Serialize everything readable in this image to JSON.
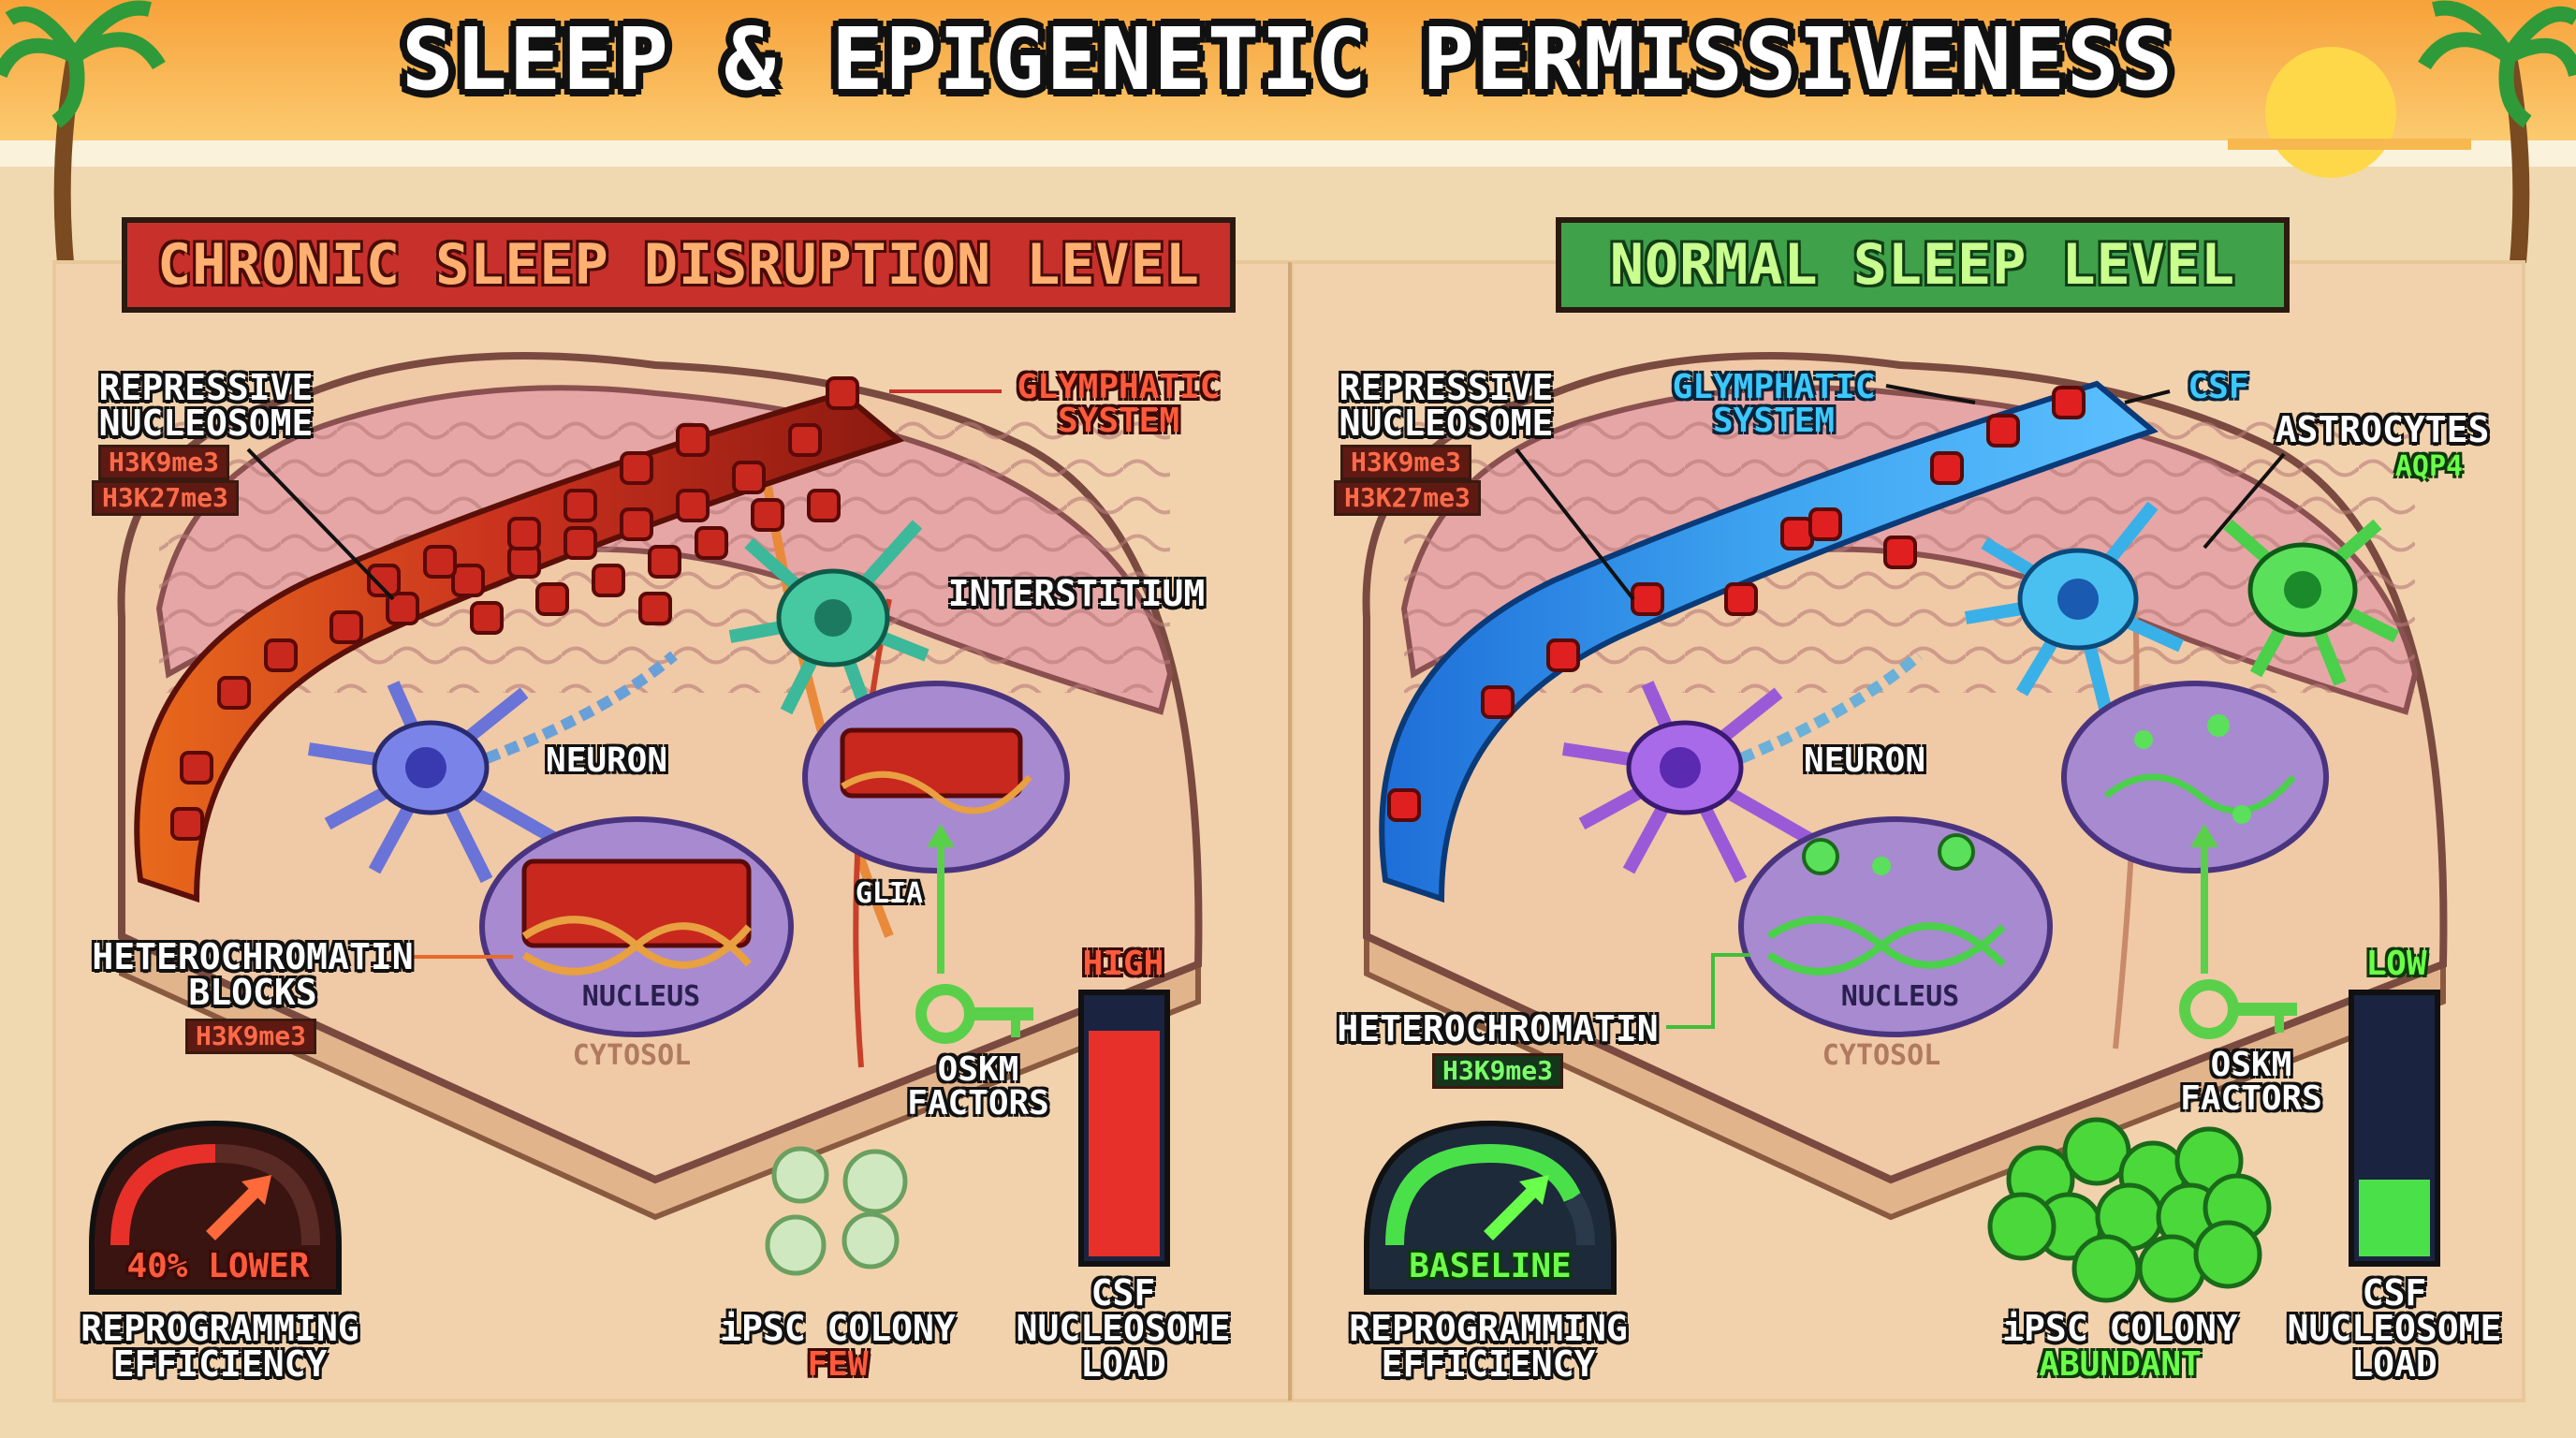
{
  "title": "SLEEP & EPIGENETIC PERMISSIVENESS",
  "left_panel": {
    "banner": "CHRONIC SLEEP DISRUPTION LEVEL",
    "repressive_nucleosome": "REPRESSIVE\nNUCLEOSOME",
    "marks": [
      "H3K9me3",
      "H3K27me3"
    ],
    "glymphatic": "GLYMPHATIC\nSYSTEM",
    "interstitium": "INTERSTITIUM",
    "neuron": "NEURON",
    "glia": "GLIA",
    "heterochromatin": "HETEROCHROMATIN\nBLOCKS",
    "heterochromatin_mark": "H3K9me3",
    "nucleus": "NUCLEUS",
    "cytosol": "CYTOSOL",
    "oskm": "OSKM\nFACTORS",
    "gauge_value": "40% LOWER",
    "gauge_label": "REPROGRAMMING\nEFFICIENCY",
    "ipsc_label": "iPSC COLONY",
    "ipsc_value": "FEW",
    "csf_level": "HIGH",
    "csf_label": "CSF\nNUCLEOSOME\nLOAD",
    "csf_fill": 0.88
  },
  "right_panel": {
    "banner": "NORMAL SLEEP LEVEL",
    "repressive_nucleosome": "REPRESSIVE\nNUCLEOSOME",
    "marks": [
      "H3K9me3",
      "H3K27me3"
    ],
    "glymphatic": "GLYMPHATIC\nSYSTEM",
    "csf": "CSF",
    "astrocytes": "ASTROCYTES",
    "aqp4": "AQP4",
    "neuron": "NEURON",
    "heterochromatin": "HETEROCHROMATIN",
    "heterochromatin_mark": "H3K9me3",
    "nucleus": "NUCLEUS",
    "cytosol": "CYTOSOL",
    "oskm": "OSKM\nFACTORS",
    "gauge_value": "BASELINE",
    "gauge_label": "REPROGRAMMING\nEFFICIENCY",
    "ipsc_label": "iPSC COLONY",
    "ipsc_value": "ABUNDANT",
    "csf_level": "LOW",
    "csf_label": "CSF\nNUCLEOSOME\nLOAD",
    "csf_fill": 0.3
  },
  "colors": {
    "disrupted_accent": "#d8342a",
    "normal_accent": "#3fbf3a",
    "glymphatic_blue": "#2f8fe8",
    "panel_bg": "#f2d2ad"
  }
}
